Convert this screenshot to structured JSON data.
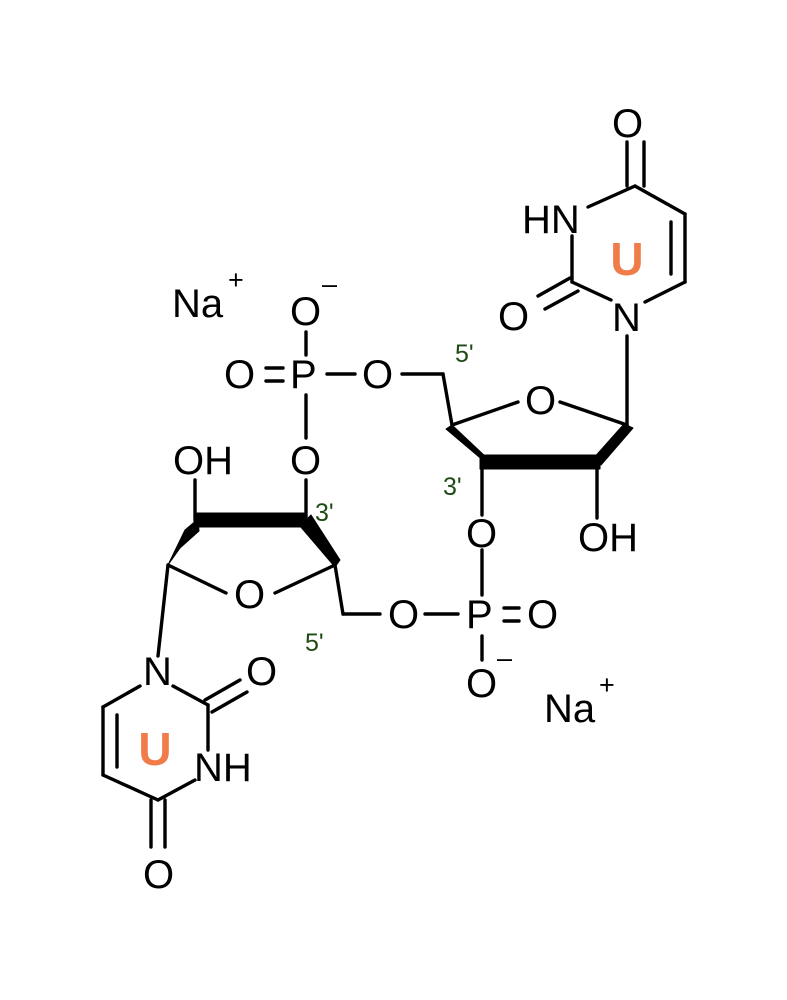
{
  "colors": {
    "base_letter": "#F07C4A",
    "position_label": "#1E4A14",
    "ink": "#000000"
  },
  "counterions": {
    "top": {
      "symbol": "Na",
      "charge": "+"
    },
    "bottom": {
      "symbol": "Na",
      "charge": "+"
    }
  },
  "upper_base": {
    "carbonyl_top": "O",
    "nh": "HN",
    "carbonyl_left": "O",
    "n1": "N",
    "letter": "U"
  },
  "upper_sugar": {
    "ring_o": "O",
    "oh": "OH",
    "pos_5": "5'",
    "pos_3": "3'",
    "o5": "O",
    "o3": "O"
  },
  "upper_phosphate": {
    "o_double": "O",
    "p": "P",
    "o_minus": "O",
    "minus": "–"
  },
  "lower_phosphate": {
    "p": "P",
    "o_double": "O",
    "o_minus": "O",
    "minus": "–",
    "o_ester": "O"
  },
  "lower_sugar": {
    "ring_o": "O",
    "oh": "OH",
    "pos_5": "5'",
    "pos_3": "3'",
    "o3": "O"
  },
  "lower_base": {
    "n1": "N",
    "carbonyl_right": "O",
    "nh": "NH",
    "carbonyl_bottom": "O",
    "letter": "U"
  }
}
